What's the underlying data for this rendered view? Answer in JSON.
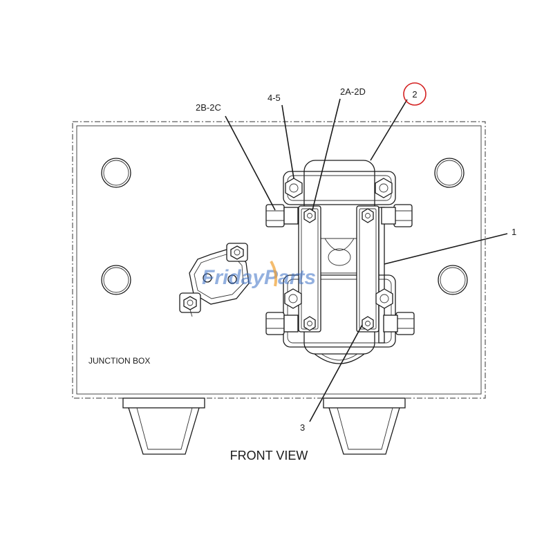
{
  "diagram": {
    "callouts": {
      "c_2b2c": "2B-2C",
      "c_45": "4-5",
      "c_2a2d": "2A-2D",
      "c_2": "2",
      "c_1": "1",
      "c_3": "3"
    },
    "box_label": "JUNCTION BOX",
    "view_title": "FRONT VIEW",
    "watermark": {
      "part1": "Friday",
      "part2": "Parts"
    },
    "colors": {
      "highlight_circle": "#d42020",
      "watermark_blue": "#3a6fc4",
      "watermark_orange": "#f0a030"
    }
  }
}
